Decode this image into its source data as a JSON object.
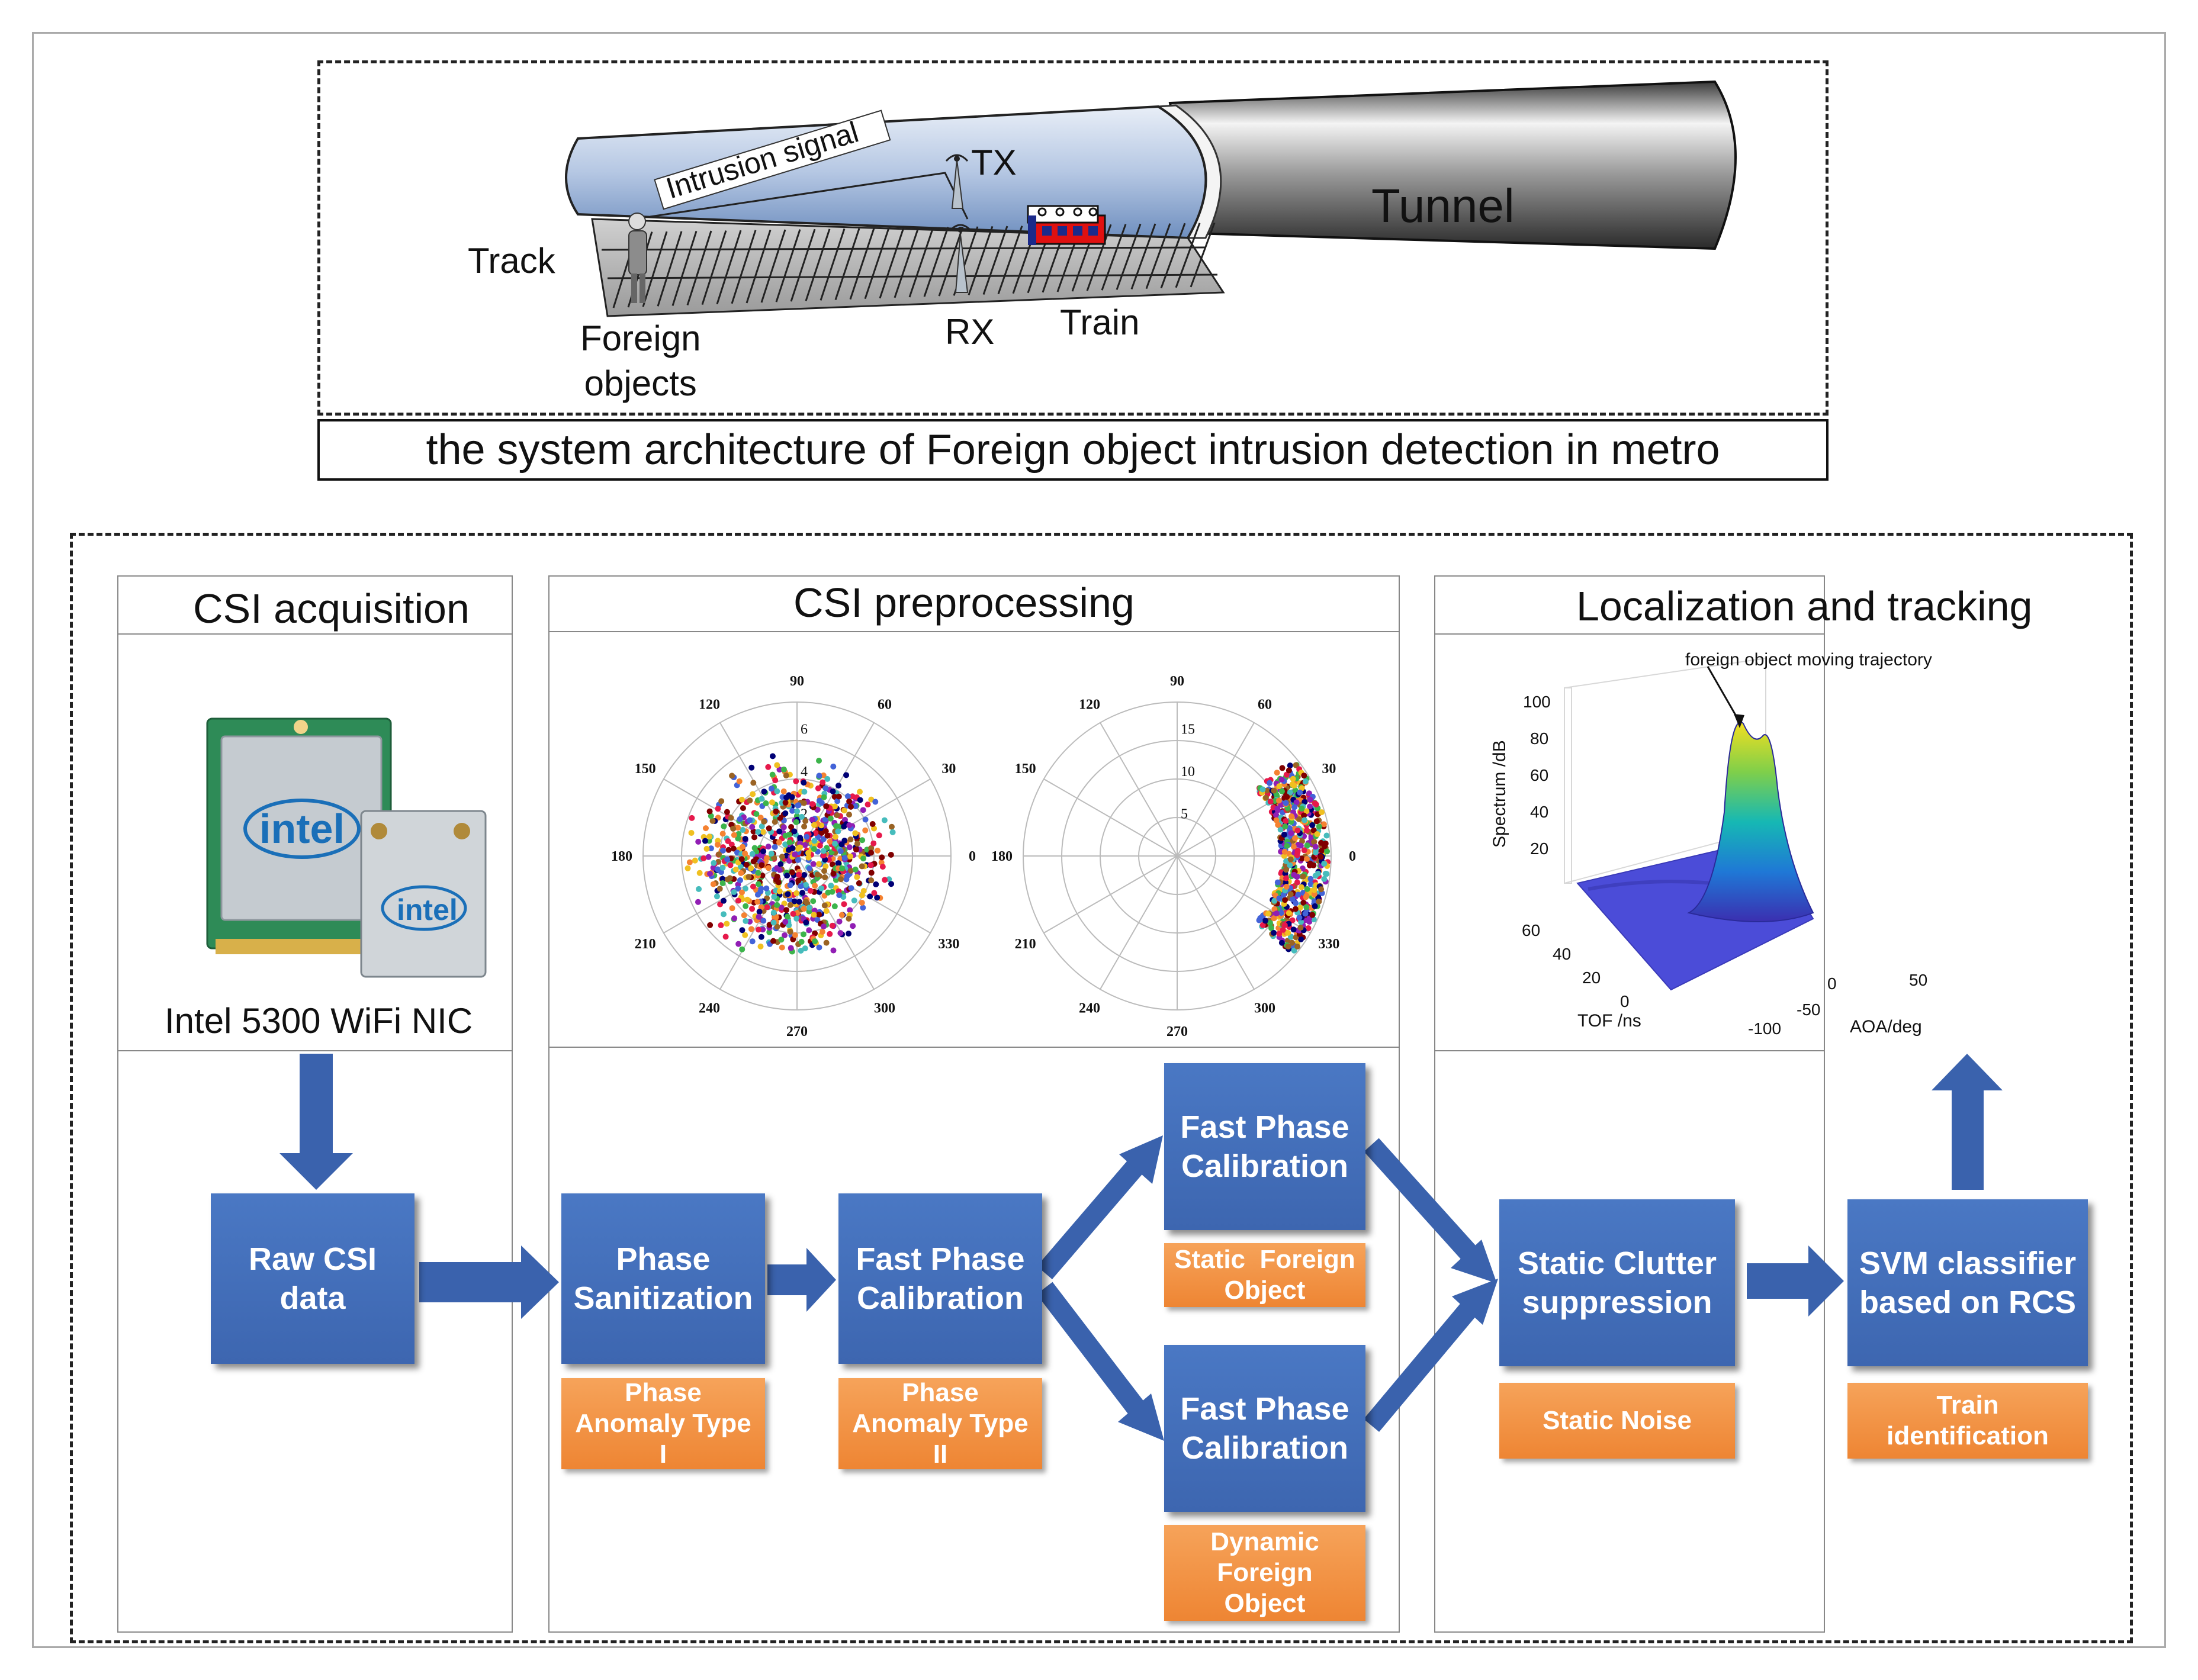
{
  "top": {
    "tunnel_label": "Tunnel",
    "track_label": "Track",
    "tx_label": "TX",
    "rx_label": "RX",
    "train_label": "Train",
    "signal_label": "Intrusion signal",
    "foreign_label": "Foreign\nobjects",
    "caption": "the system architecture of Foreign object intrusion detection in metro"
  },
  "panels": {
    "acquisition": {
      "title": "CSI acquisition",
      "nic_label": "Intel 5300 WiFi NIC",
      "brand_large": "intel",
      "brand_small": "intel"
    },
    "preprocessing": {
      "title": "CSI preprocessing"
    },
    "localization": {
      "title": "Localization and tracking"
    }
  },
  "polar_left": {
    "angles": [
      "90",
      "60",
      "30",
      "0",
      "330",
      "300",
      "270",
      "240",
      "210",
      "180",
      "150",
      "120"
    ],
    "radii": [
      "2",
      "4",
      "6"
    ]
  },
  "polar_right": {
    "angles": [
      "90",
      "60",
      "30",
      "0",
      "330",
      "300",
      "270",
      "240",
      "210",
      "180",
      "150",
      "120"
    ],
    "radii": [
      "5",
      "10",
      "15"
    ]
  },
  "surface": {
    "annotation": "foreign object moving trajectory",
    "zlabel": "Spectrum /dB",
    "zticks": [
      "100",
      "80",
      "60",
      "40",
      "20"
    ],
    "ylabel": "TOF /ns",
    "yticks": [
      "60",
      "40",
      "20",
      "0"
    ],
    "xlabel": "AOA/deg",
    "xticks": [
      "-100",
      "-50",
      "0",
      "50"
    ]
  },
  "flow": {
    "raw": "Raw  CSI\ndata",
    "sanitize": "Phase\nSanitization",
    "anomaly1": "Phase\nAnomaly Type\nI",
    "fast_mid": "Fast Phase\nCalibration",
    "anomaly2": "Phase\nAnomaly Type\nII",
    "fast_top": "Fast Phase\nCalibration",
    "static_fo": "Static  Foreign\nObject",
    "fast_bottom": "Fast Phase\nCalibration",
    "dynamic_fo": "Dynamic\nForeign\nObject",
    "clutter": "Static Clutter\nsuppression",
    "noise": "Static Noise",
    "svm": "SVM classifier\nbased on RCS",
    "train_id": "Train\nidentification"
  },
  "colors": {
    "flow_blue": "#4472c4",
    "flow_orange": "#f08c3c",
    "arrow_blue": "#3a62ad"
  }
}
